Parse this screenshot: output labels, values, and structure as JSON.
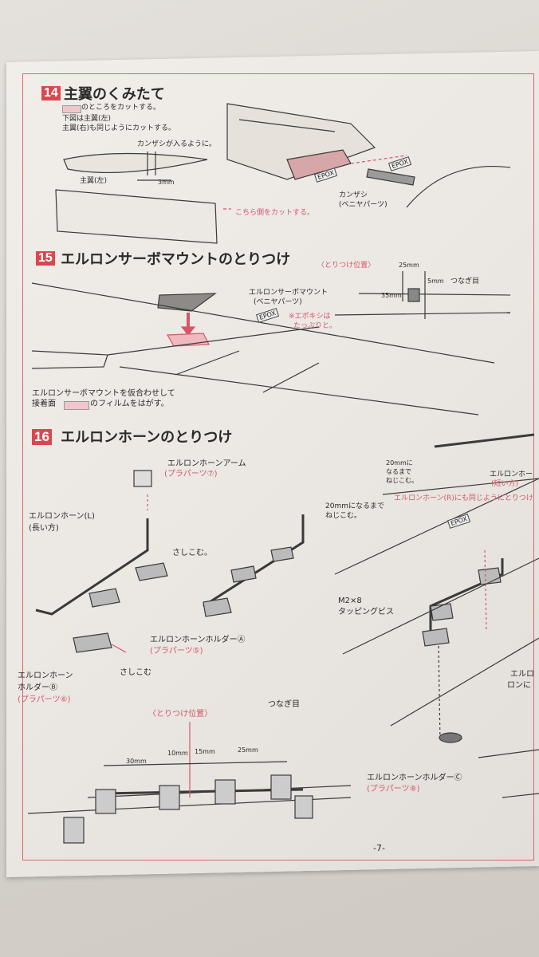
{
  "step14": {
    "num": "14",
    "title": "主翼のくみたて",
    "note_line1": "のところをカットする。",
    "note_line2": "下図は主翼(左)",
    "note_line3": "主翼(右)も同じようにカットする。",
    "kanzashi_note": "カンザシが入るように。",
    "dim_3mm": "3mm",
    "wing_left": "主翼(左)",
    "cut_side": "こちら側をカットする。",
    "kanzashi_label": "カンザシ",
    "kanzashi_part": "(ベニヤパーツ)",
    "epox": "EPOX"
  },
  "step15": {
    "num": "15",
    "title": "エルロンサーボマウントのとりつけ",
    "mount_label": "エルロンサーボマウント",
    "mount_part": "(ベニヤパーツ)",
    "epox": "EPOX",
    "epoxy_note1": "※エポキシは",
    "epoxy_note2": "たっぷりと。",
    "instruction1": "エルロンサーボマウントを仮合わせして",
    "instruction2a": "接着面",
    "instruction2b": "のフィルムをはがす。",
    "position_label": "〈とりつけ位置〉",
    "dim_25": "25mm",
    "dim_5": "5mm",
    "dim_35": "35mm",
    "joint": "つなぎ目"
  },
  "step16": {
    "num": "16",
    "title": "エルロンホーンのとりつけ",
    "horn_arm": "エルロンホーンアーム",
    "horn_arm_part": "(プラパーツ⑦)",
    "horn_L": "エルロンホーン(L)",
    "horn_L_sub": "(長い方)",
    "insert1": "さしこむ。",
    "screw_20_1": "20mmになるまで",
    "screw_20_2": "ねじこむ。",
    "holder_A": "エルロンホーンホルダーⒶ",
    "holder_A_part": "(プラパーツ⑤)",
    "holder_B1": "エルロンホーン",
    "holder_B2": "ホルダーⒷ",
    "holder_B_part": "(プラパーツ⑥)",
    "insert2": "さしこむ",
    "r_20_1": "20mmに",
    "r_20_2": "なるまで",
    "r_20_3": "ねじこむ。",
    "horn_short": "エルロンホー",
    "horn_short_sub": "(短い方)",
    "r_same": "エルロンホーン(R)にも同じようにとりつけ",
    "epox": "EPOX",
    "screw": "M2×8",
    "tapping": "タッピングビス",
    "holder_C": "エルロンホーンホルダーⒸ",
    "holder_C_part": "(プラパーツ⑧)",
    "cut1": "エルロ",
    "cut2": "ロンに",
    "position_label": "〈とりつけ位置〉",
    "joint": "つなぎ目",
    "dim_30": "30mm",
    "dim_10": "10mm",
    "dim_15": "15mm",
    "dim_25": "25mm"
  },
  "page_number": "-7-"
}
